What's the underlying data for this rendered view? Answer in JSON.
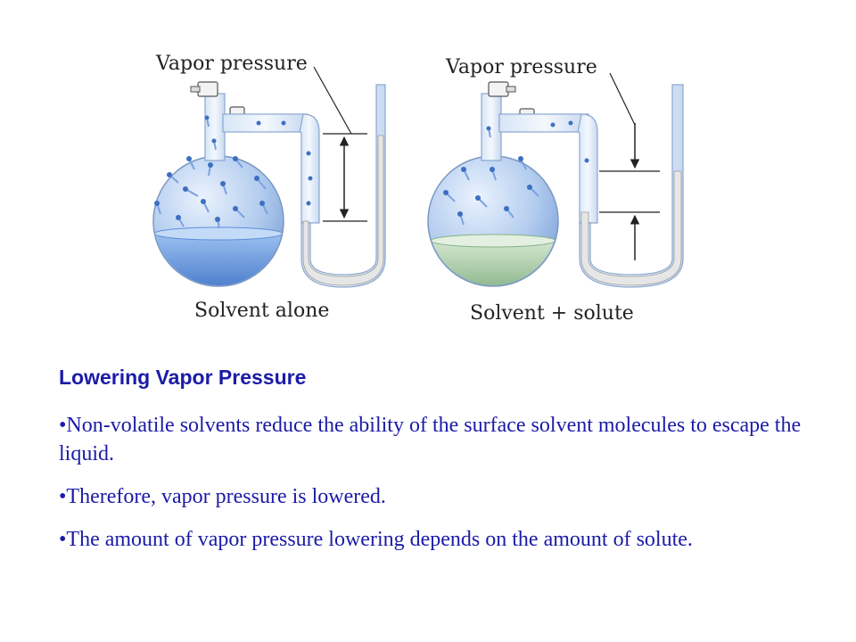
{
  "diagram": {
    "left": {
      "label_top": "Vapor pressure",
      "label_bottom": "Solvent alone"
    },
    "right": {
      "label_top": "Vapor pressure",
      "label_bottom": "Solvent + solute"
    },
    "colors": {
      "solvent": "#5b8fdb",
      "solution": "#9dc39a",
      "flask": "#b8d0ef",
      "text_accent": "#1b1ba8"
    }
  },
  "section": {
    "heading": "Lowering Vapor Pressure",
    "bullets": [
      "•Non-volatile solvents reduce the ability of the surface solvent molecules to escape the liquid.",
      "•Therefore, vapor pressure is lowered.",
      "•The amount of vapor pressure lowering depends on the amount of solute."
    ]
  }
}
